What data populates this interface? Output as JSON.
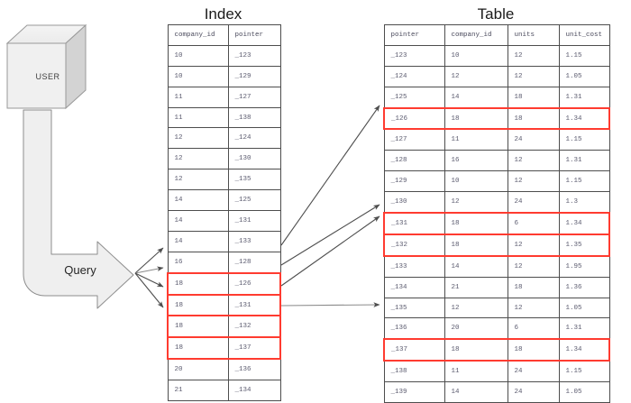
{
  "diagram": {
    "kind": "database-index-lookup-diagram",
    "actor": {
      "label": "USER",
      "shape": "cube-icon"
    },
    "query": {
      "label": "Query",
      "shape": "bent-arrow-icon"
    },
    "highlight_color": "#ff3b30",
    "matched_company_id": "18"
  },
  "index": {
    "title": "Index",
    "columns": [
      "company_id",
      "pointer"
    ],
    "rows": [
      {
        "company_id": "10",
        "pointer": "_123",
        "highlighted": false
      },
      {
        "company_id": "10",
        "pointer": "_129",
        "highlighted": false
      },
      {
        "company_id": "11",
        "pointer": "_127",
        "highlighted": false
      },
      {
        "company_id": "11",
        "pointer": "_138",
        "highlighted": false
      },
      {
        "company_id": "12",
        "pointer": "_124",
        "highlighted": false
      },
      {
        "company_id": "12",
        "pointer": "_130",
        "highlighted": false
      },
      {
        "company_id": "12",
        "pointer": "_135",
        "highlighted": false
      },
      {
        "company_id": "14",
        "pointer": "_125",
        "highlighted": false
      },
      {
        "company_id": "14",
        "pointer": "_131",
        "highlighted": false
      },
      {
        "company_id": "14",
        "pointer": "_133",
        "highlighted": false
      },
      {
        "company_id": "16",
        "pointer": "_128",
        "highlighted": false
      },
      {
        "company_id": "18",
        "pointer": "_126",
        "highlighted": true
      },
      {
        "company_id": "18",
        "pointer": "_131",
        "highlighted": true
      },
      {
        "company_id": "18",
        "pointer": "_132",
        "highlighted": true
      },
      {
        "company_id": "18",
        "pointer": "_137",
        "highlighted": true
      },
      {
        "company_id": "20",
        "pointer": "_136",
        "highlighted": false
      },
      {
        "company_id": "21",
        "pointer": "_134",
        "highlighted": false
      }
    ]
  },
  "table": {
    "title": "Table",
    "columns": [
      "pointer",
      "company_id",
      "units",
      "unit_cost"
    ],
    "rows": [
      {
        "pointer": "_123",
        "company_id": "10",
        "units": "12",
        "unit_cost": "1.15",
        "highlighted": false
      },
      {
        "pointer": "_124",
        "company_id": "12",
        "units": "12",
        "unit_cost": "1.05",
        "highlighted": false
      },
      {
        "pointer": "_125",
        "company_id": "14",
        "units": "18",
        "unit_cost": "1.31",
        "highlighted": false
      },
      {
        "pointer": "_126",
        "company_id": "18",
        "units": "18",
        "unit_cost": "1.34",
        "highlighted": true
      },
      {
        "pointer": "_127",
        "company_id": "11",
        "units": "24",
        "unit_cost": "1.15",
        "highlighted": false
      },
      {
        "pointer": "_128",
        "company_id": "16",
        "units": "12",
        "unit_cost": "1.31",
        "highlighted": false
      },
      {
        "pointer": "_129",
        "company_id": "10",
        "units": "12",
        "unit_cost": "1.15",
        "highlighted": false
      },
      {
        "pointer": "_130",
        "company_id": "12",
        "units": "24",
        "unit_cost": "1.3",
        "highlighted": false
      },
      {
        "pointer": "_131",
        "company_id": "18",
        "units": "6",
        "unit_cost": "1.34",
        "highlighted": true
      },
      {
        "pointer": "_132",
        "company_id": "18",
        "units": "12",
        "unit_cost": "1.35",
        "highlighted": true
      },
      {
        "pointer": "_133",
        "company_id": "14",
        "units": "12",
        "unit_cost": "1.95",
        "highlighted": false
      },
      {
        "pointer": "_134",
        "company_id": "21",
        "units": "18",
        "unit_cost": "1.36",
        "highlighted": false
      },
      {
        "pointer": "_135",
        "company_id": "12",
        "units": "12",
        "unit_cost": "1.05",
        "highlighted": false
      },
      {
        "pointer": "_136",
        "company_id": "20",
        "units": "6",
        "unit_cost": "1.31",
        "highlighted": false
      },
      {
        "pointer": "_137",
        "company_id": "18",
        "units": "18",
        "unit_cost": "1.34",
        "highlighted": true
      },
      {
        "pointer": "_138",
        "company_id": "11",
        "units": "24",
        "unit_cost": "1.15",
        "highlighted": false
      },
      {
        "pointer": "_139",
        "company_id": "14",
        "units": "24",
        "unit_cost": "1.05",
        "highlighted": false
      }
    ]
  },
  "connections": [
    {
      "from": "_126",
      "to": "_126"
    },
    {
      "from": "_131",
      "to": "_131"
    },
    {
      "from": "_132",
      "to": "_132"
    },
    {
      "from": "_137",
      "to": "_137"
    }
  ]
}
